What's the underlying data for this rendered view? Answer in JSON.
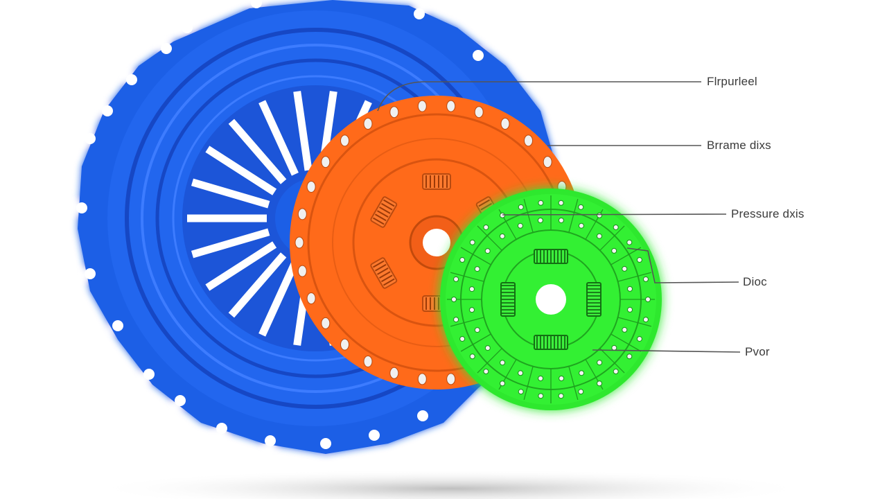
{
  "diagram": {
    "colors": {
      "pressure_plate": "#1f5fe6",
      "pressure_plate_dark": "#1546c4",
      "friction_disc": "#ff6a1a",
      "clutch_disc": "#2ee82e",
      "leader_line": "#555555",
      "label_text": "#3a3a3a"
    },
    "components": [
      {
        "name": "pressure-plate-assembly",
        "color": "blue",
        "icon": "clutch-cover-icon"
      },
      {
        "name": "friction-disc",
        "color": "orange",
        "icon": "friction-disc-icon"
      },
      {
        "name": "clutch-disc",
        "color": "green",
        "icon": "clutch-disc-icon"
      }
    ],
    "labels": [
      {
        "text": "Flrpurleel"
      },
      {
        "text": "Brrame dixs"
      },
      {
        "text": "Pressure dxis"
      },
      {
        "text": "Dioc"
      },
      {
        "text": "Pvor"
      }
    ]
  }
}
